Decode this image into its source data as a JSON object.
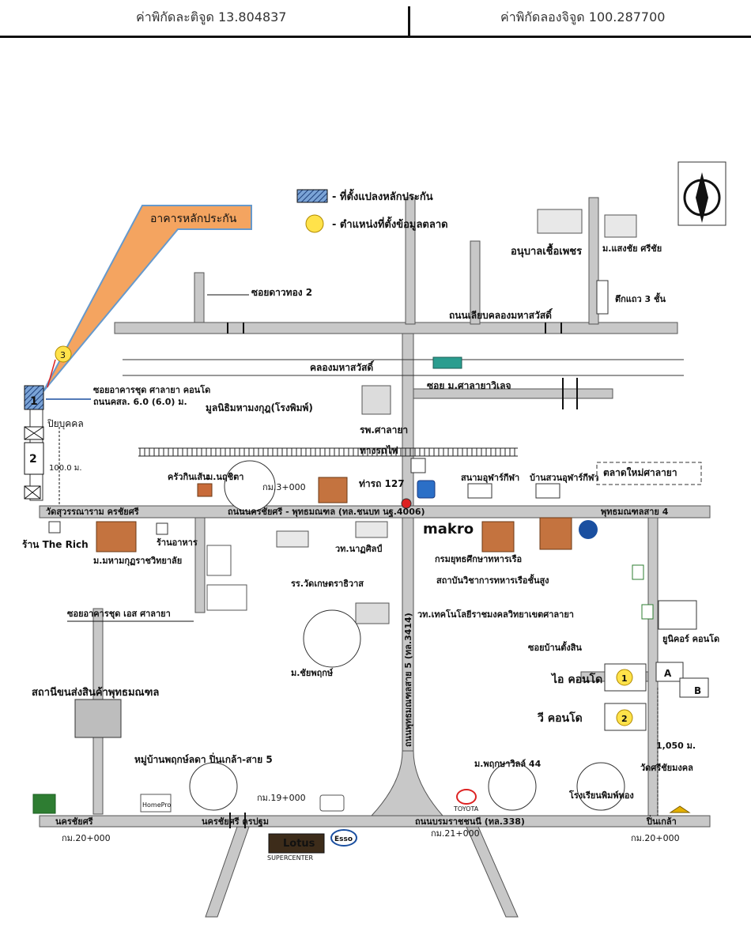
{
  "header": {
    "latitude": "ค่าพิกัดละติจูด 13.804837",
    "longitude": "ค่าพิกัดลองจิจูด 100.287700"
  },
  "legend": {
    "parcel": "- ที่ตั้งแปลงหลักประกัน",
    "market_point": "- ตำแหน่งที่ตั้งข้อมูลตลาด"
  },
  "callout": "อาคารหลักประกัน",
  "compass": "N",
  "labels": {
    "soi_daothong": "ซอยดาวทอง 2",
    "road_liab_khlong": "ถนนเลียบคลองมหาสวัสดิ์",
    "khlong": "คลองมหาสวัสดิ์",
    "soi_ms": "ซอย ม.ศาลายาวิเลจ",
    "kindergarten": "อนุบาลเชื้อเพชร",
    "village_top_right": "ม.แสงชัย ศรีชัย",
    "building_3f": "ตึกแถว 3 ชั้น",
    "soi_condo": "ซอยอาคารชุด ศาลายา คอนโด",
    "road_width": "ถนนคสล. 6.0 (6.0) ม.",
    "pipunkong": "ปิยบุคคล",
    "lot1": "1",
    "lot2": "2",
    "dist100": "100.0 ม.",
    "foundation": "มูลนิธิมหามงกุฎ(โรงพิมพ์)",
    "hospital": "รพ.ศาลายา",
    "railway": "ทางรถไฟ",
    "mansiri": "ม.นฤชิตา",
    "km3": "กม.3+000",
    "kitchen": "ครัวกินเส้น",
    "pier": "ท่ารถ 127",
    "sanam": "สนามอุฬาร์กีฬา",
    "banthong": "บ้านสวนอุฬาร์กีฬา",
    "new_market": "ตลาดใหม่ศาลายา",
    "main_road": "ถนนนครชัยศรี - พุทธมณฑล (ทล.ชนบท นฐ.4006)",
    "wat_left": "วัดสุวรรณาราม ครชัยศรี",
    "phutthamonthon4": "พุทธมณฑลสาย 4",
    "makro": "makro",
    "rich": "ร้าน The Rich",
    "mahamakut": "ม.มหามกุฏราชวิทยาลัย",
    "shop_aroi": "ร้านอาหาร",
    "school_rr": "รร.วัดเกษตราธิวาส",
    "school_vt": "วท.นาฏศิลป์",
    "navy_dept": "กรมยุทธศึกษาทหารเรือ",
    "navy_inst": "สถาบันวิชาการทหารเรือชั้นสูง",
    "tech_college": "วท.เทคโนโลยีราชมงคลวิทยาเขตศาลายา",
    "soi_condo2": "ซอยอาคารชุด เอส ศาลายา",
    "village_chai": "ม.ชัยพฤกษ์",
    "unicorn": "ยูนิคอร์ คอนโด",
    "soi_bantang": "ซอยบ้านตั้งสิน",
    "i_condo": "ไอ คอนโด",
    "v_condo": "วี คอนโด",
    "point1": "1",
    "point2": "2",
    "bldA": "A",
    "bldB": "B",
    "dist1050": "1,050 ม.",
    "export_center": "สถานีขนส่งสินค้าพุทธมณฑล",
    "village_pruk": "หมู่บ้านพฤกษ์ลดา ปิ่นเกล้า-สาย 5",
    "pruksa44": "ม.พฤกษาวิลล์ 44",
    "wat_right": "วัดศรีชัยมงคล",
    "school_right": "โรงเรียนพิมพ์ทอง",
    "km19": "กม.19+000",
    "km21": "กม.21+000",
    "km20_left": "กม.20+000",
    "km20_right": "กม.20+000",
    "road_bottom_left": "นครชัยศรี",
    "road_bottom_mid": "นครชัยศรี ครปฐม",
    "road_bottom_right": "ถนนบรมราชชนนี (ทล.338)",
    "pinklao": "ปิ่นเกล้า",
    "vertical_road": "ถนนพุทธมณฑลสาย 5 (ทล.3414)",
    "lotus": "Lotus",
    "lotus_sub": "SUPERCENTER",
    "esso": "Esso",
    "toyota": "TOYOTA",
    "home_pro": "HomePro",
    "point3": "3"
  }
}
